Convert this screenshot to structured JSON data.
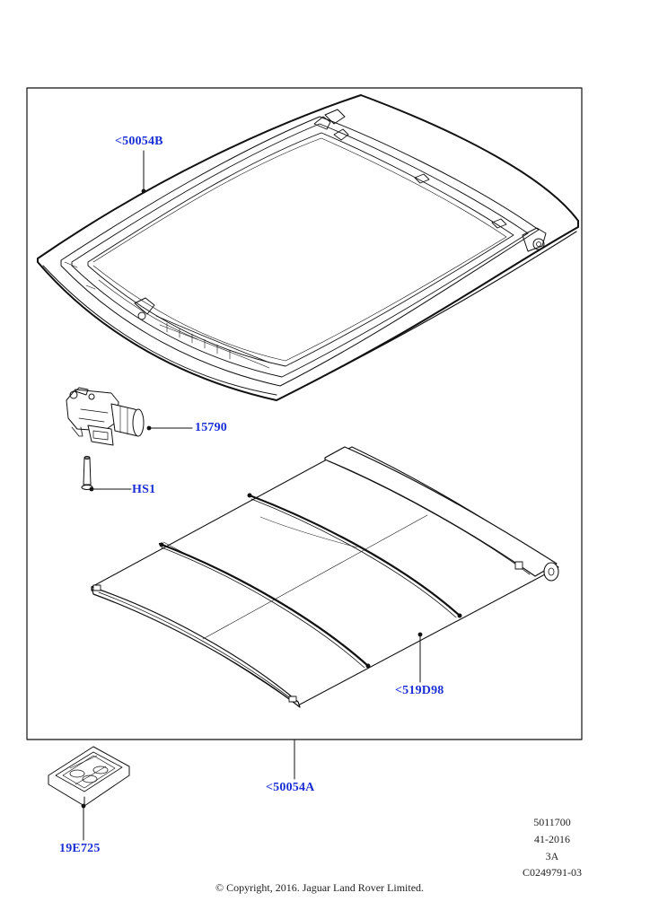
{
  "callouts": {
    "roof_panel": "<50054B",
    "motor": "15790",
    "screw": "HS1",
    "sunblind": "<519D98",
    "assembly": "<50054A",
    "kit": "19E725"
  },
  "meta": {
    "line1": "5011700",
    "line2": "41-2016",
    "line3": "3A",
    "line4": "C0249791-03"
  },
  "copyright": "© Copyright, 2016. Jaguar Land Rover Limited.",
  "colors": {
    "callout": "#1a2fd6",
    "line": "#111111"
  }
}
